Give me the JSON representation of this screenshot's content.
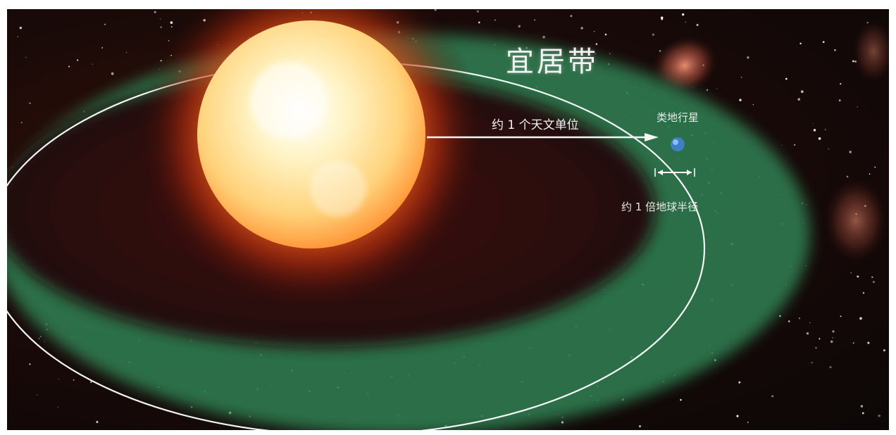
{
  "scene": {
    "zone_title": "宜居带",
    "distance_label": "约 1 个天文单位",
    "planet_label": "类地行星",
    "radius_label": "约 1 倍地球半径"
  },
  "colors": {
    "habitable_zone": "#2f7a52",
    "star_core": "#fff6c8",
    "star_glow": "#ff7a1e",
    "orbit_line": "#ffffff",
    "space": "#150a09"
  },
  "icons": [
    "star-sun-icon",
    "earth-like-planet-icon",
    "nebula-icon",
    "arrow-right-icon",
    "double-arrow-icon"
  ]
}
